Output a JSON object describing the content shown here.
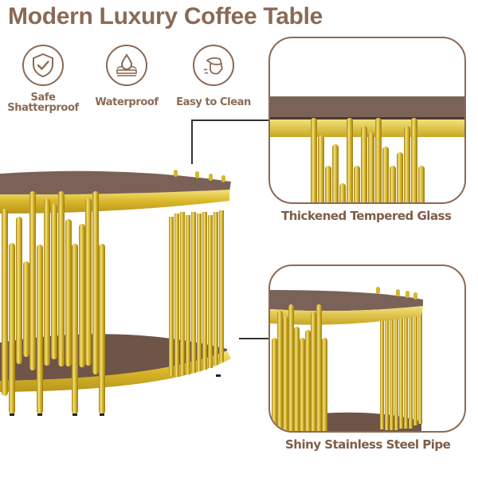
{
  "title": "Modern Luxury Coffee Table",
  "features": [
    {
      "icon": "shield-check-icon",
      "label_line1": "Safe",
      "label_line2": "Shatterproof"
    },
    {
      "icon": "water-drop-icon",
      "label_line1": "Waterproof",
      "label_line2": ""
    },
    {
      "icon": "hand-wipe-icon",
      "label_line1": "Easy to Clean",
      "label_line2": ""
    }
  ],
  "details": [
    {
      "caption": "Thickened Tempered Glass",
      "subject": "glass-top-closeup"
    },
    {
      "caption": "Shiny Stainless Steel Pipe",
      "subject": "steel-pipe-closeup"
    }
  ],
  "colors": {
    "brand_brown": "#8a6a55",
    "glass": "#7a6258",
    "gold": "#d9b628",
    "gold_highlight": "#f3e27a",
    "gold_shadow": "#a9861a"
  }
}
